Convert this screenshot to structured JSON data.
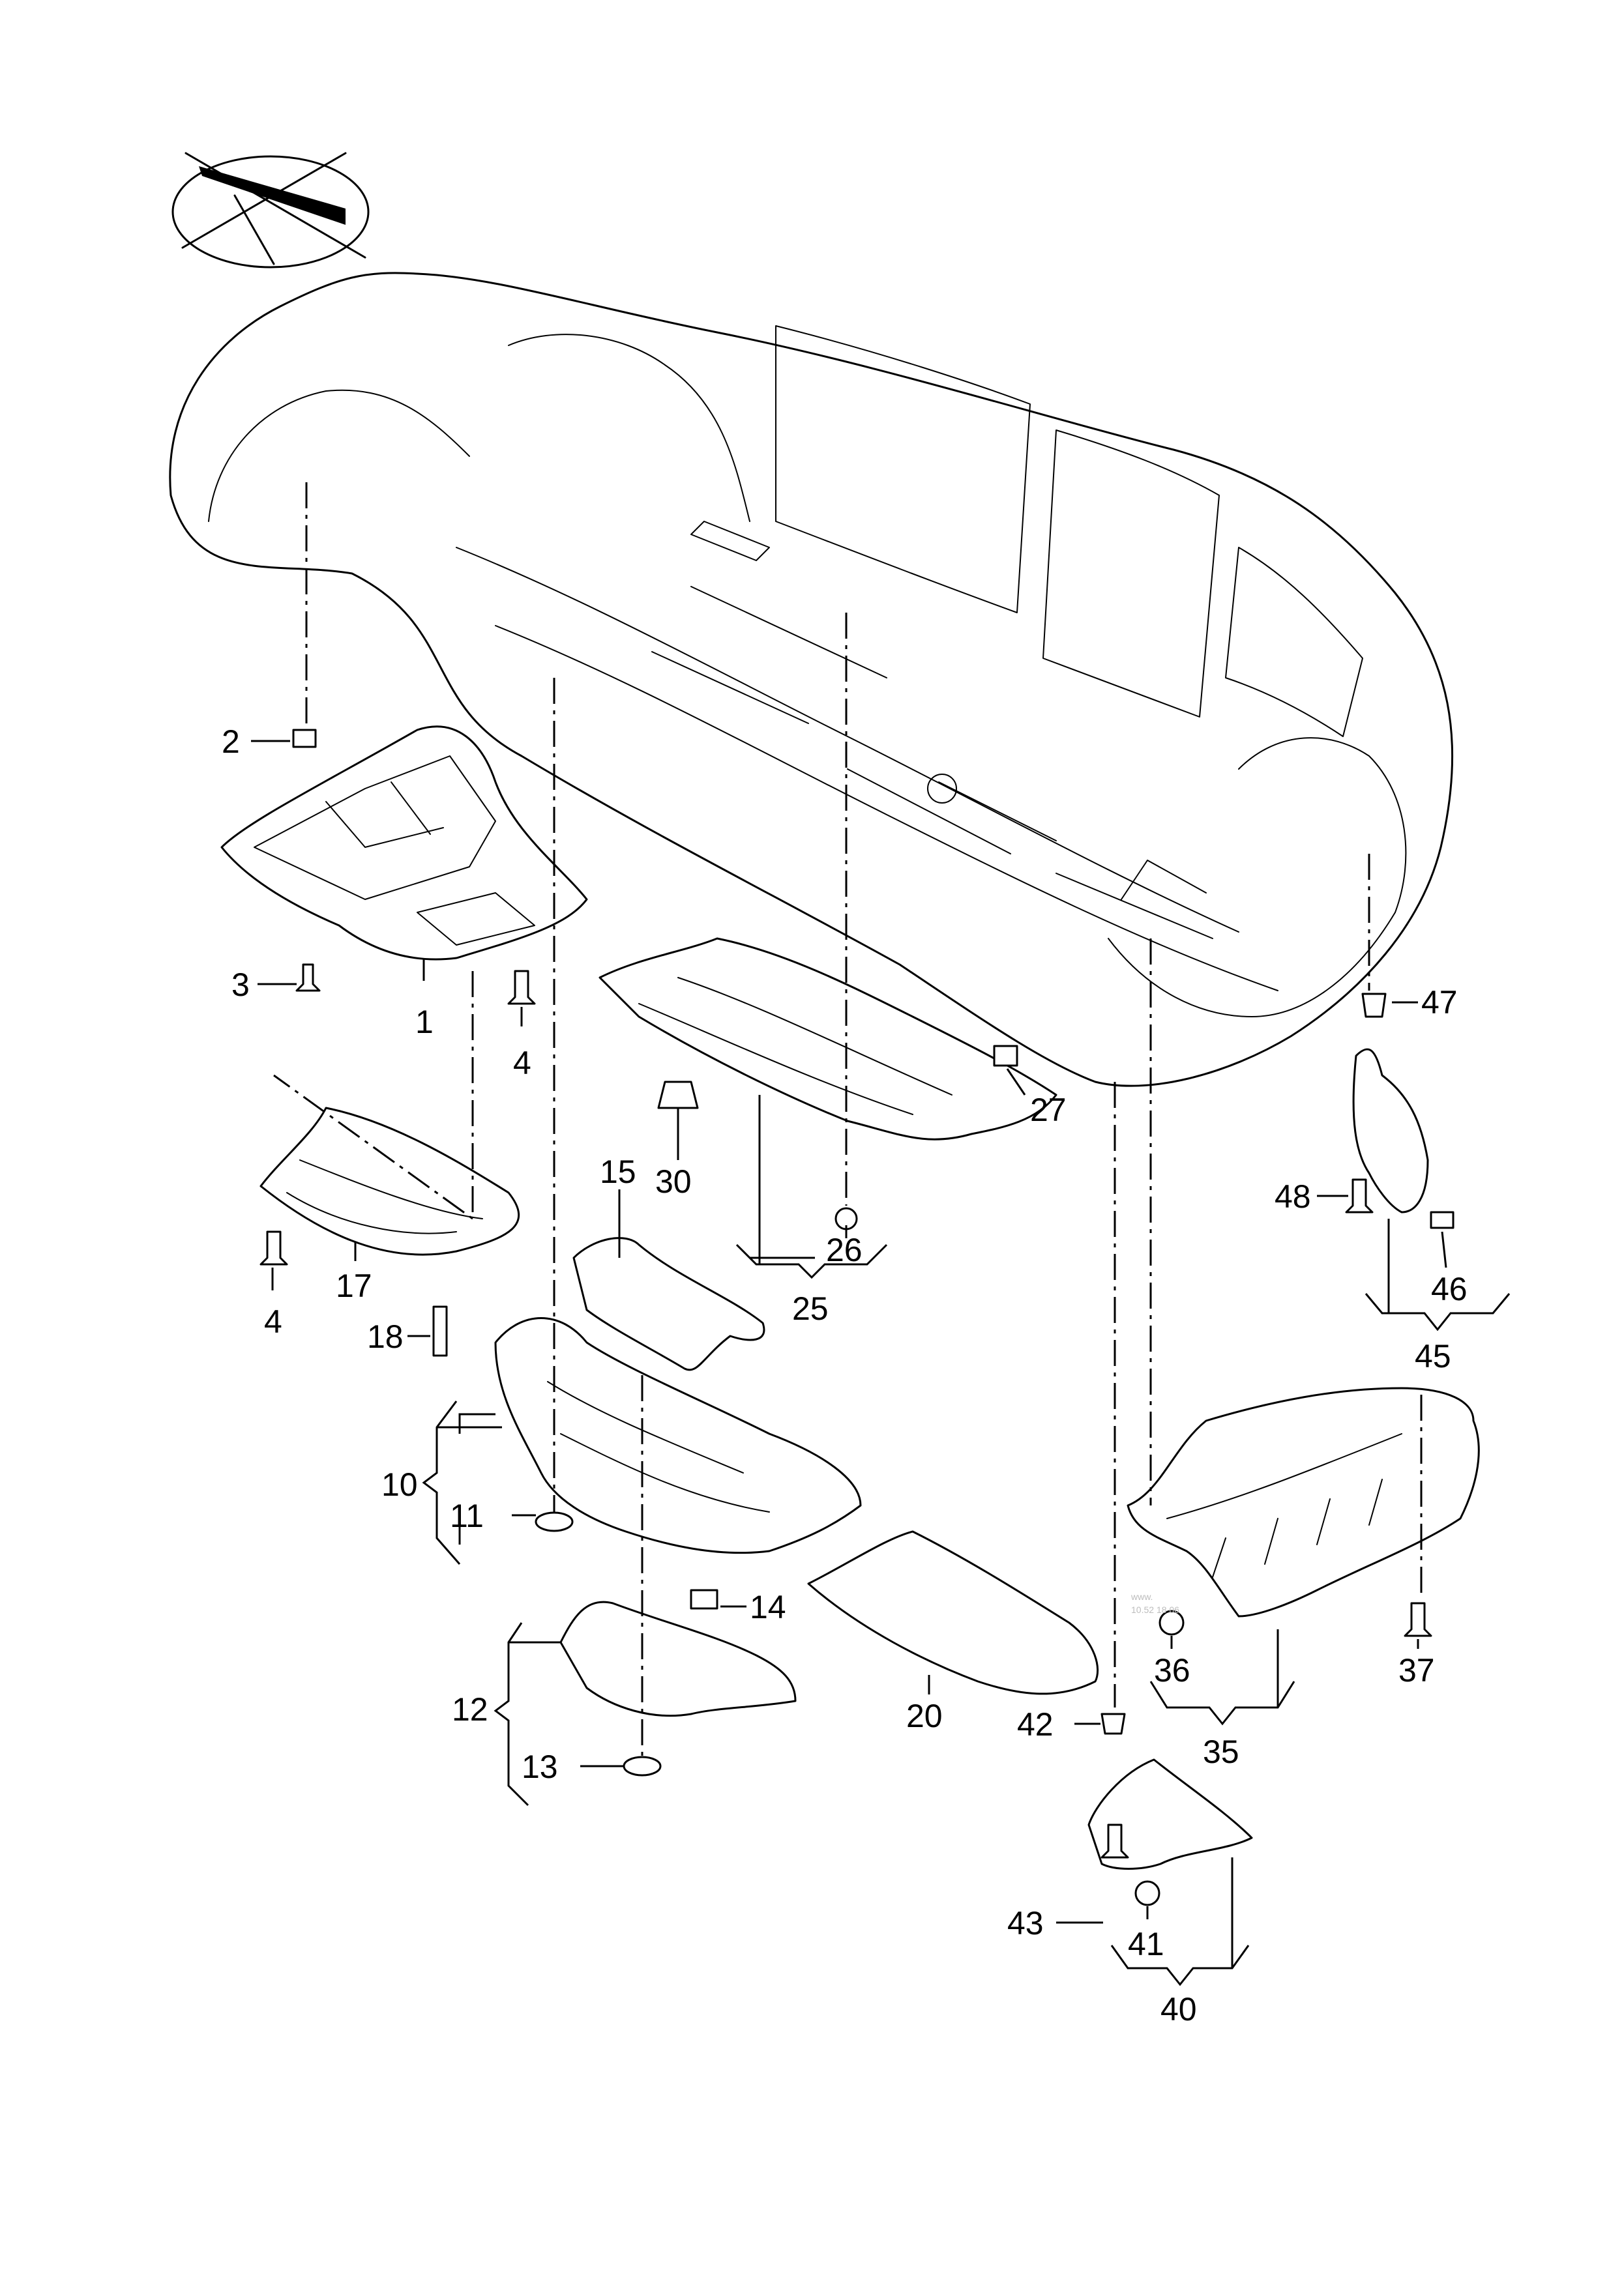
{
  "labels": {
    "l1": "1",
    "l2": "2",
    "l3": "3",
    "l4a": "4",
    "l4b": "4",
    "l10": "10",
    "l11": "11",
    "l12": "12",
    "l13": "13",
    "l14": "14",
    "l15": "15",
    "l17": "17",
    "l18": "18",
    "l20": "20",
    "l25": "25",
    "l26": "26",
    "l27": "27",
    "l30": "30",
    "l35": "35",
    "l36": "36",
    "l37": "37",
    "l40": "40",
    "l41": "41",
    "l42": "42",
    "l43": "43",
    "l45": "45",
    "l46": "46",
    "l47": "47",
    "l48": "48"
  },
  "watermark": {
    "line1": "www.",
    "line2": "10.52 18 06"
  }
}
